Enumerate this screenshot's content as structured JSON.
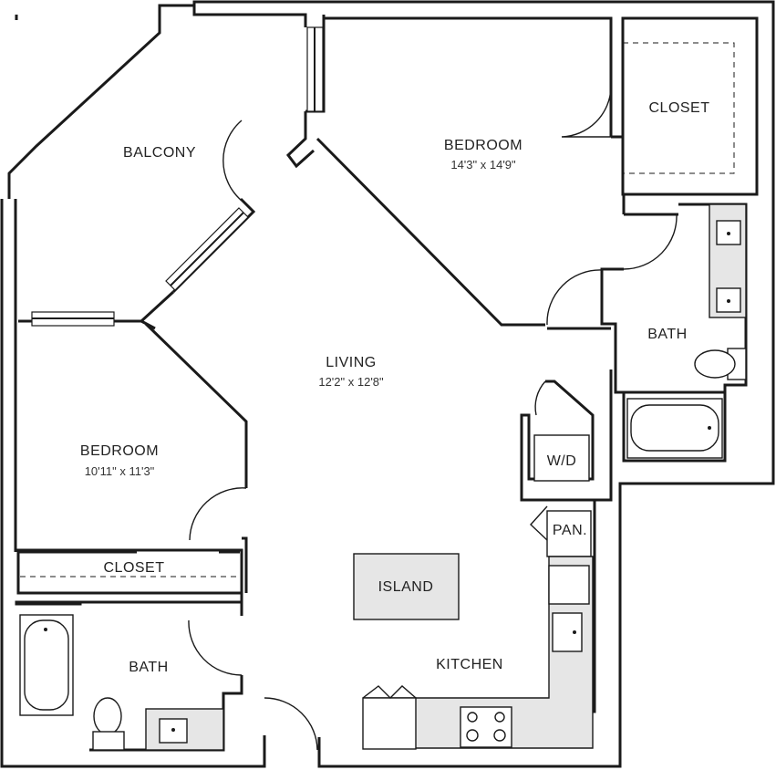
{
  "rooms": {
    "balcony": {
      "name": "BALCONY"
    },
    "bedroom_main": {
      "name": "BEDROOM",
      "dims": "14'3\" x 14'9\""
    },
    "closet_main": {
      "name": "CLOSET"
    },
    "bath_main": {
      "name": "BATH"
    },
    "living": {
      "name": "LIVING",
      "dims": "12'2\" x 12'8\""
    },
    "wd": {
      "name": "W/D"
    },
    "pantry": {
      "name": "PAN."
    },
    "island": {
      "name": "ISLAND"
    },
    "kitchen": {
      "name": "KITCHEN"
    },
    "bedroom_second": {
      "name": "BEDROOM",
      "dims": "10'11\" x 11'3\""
    },
    "closet_second": {
      "name": "CLOSET"
    },
    "bath_second": {
      "name": "BATH"
    }
  },
  "colors": {
    "wall": "#1a1a1a",
    "fixture": "#e6e6e6",
    "background": "#ffffff"
  }
}
